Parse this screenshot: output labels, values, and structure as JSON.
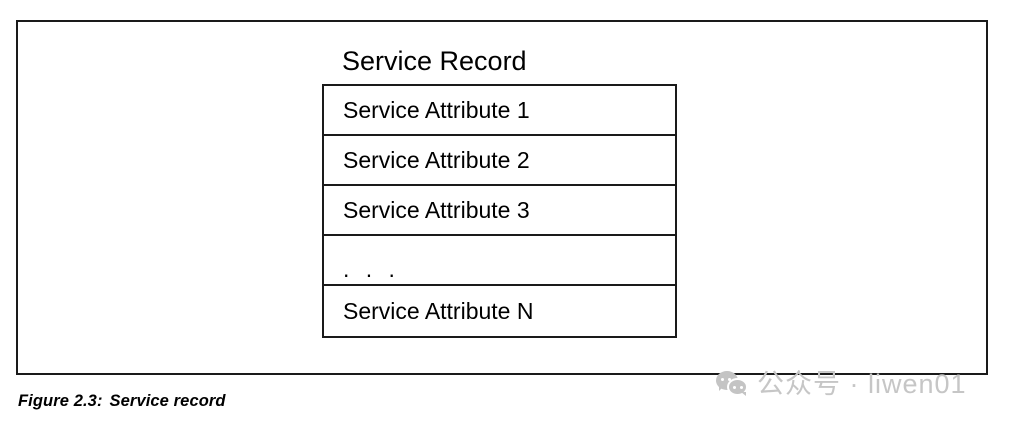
{
  "figure": {
    "title": "Service Record",
    "caption_label": "Figure 2.3:",
    "caption_text": "Service record",
    "rows": [
      {
        "label": "Service Attribute 1"
      },
      {
        "label": "Service Attribute 2"
      },
      {
        "label": "Service Attribute 3"
      },
      {
        "label": ". . ."
      },
      {
        "label": "Service Attribute N"
      }
    ]
  },
  "watermark": {
    "icon": "wechat-icon",
    "text": "公众号 · liwen01",
    "color": "#c6c6c6"
  },
  "colors": {
    "background": "#ffffff",
    "border": "#1a1a1a",
    "text": "#000000",
    "watermark": "#c6c6c6"
  }
}
